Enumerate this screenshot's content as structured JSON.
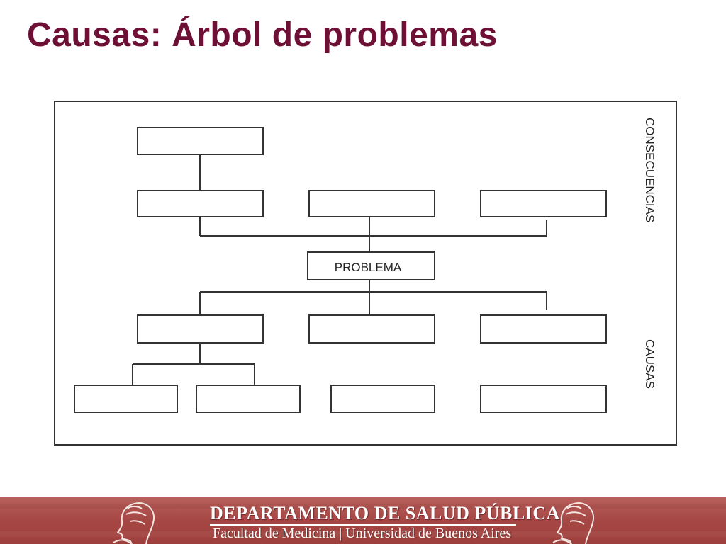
{
  "title": "Causas: Árbol de problemas",
  "diagram": {
    "center_label": "PROBLEMA",
    "side_labels": {
      "consequences": "CONSECUENCIAS",
      "causes": "CAUSAS"
    }
  },
  "footer": {
    "title": "DEPARTAMENTO DE SALUD PÚBLICA",
    "subtitle": "Facultad de Medicina | Universidad de Buenos Aires"
  },
  "colors": {
    "title": "#6e0f35",
    "footer_background": "#a3403d"
  }
}
